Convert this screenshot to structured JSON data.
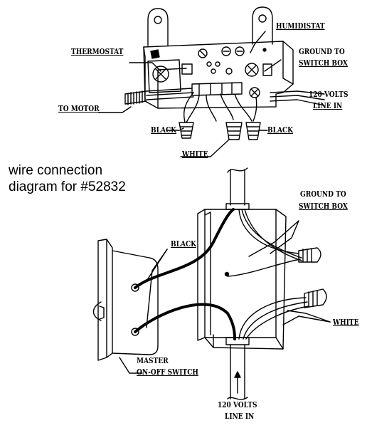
{
  "caption": {
    "line1": "wire connection",
    "line2": "diagram for #52832"
  },
  "labels": {
    "humidistat": "HUMIDISTAT",
    "thermostat": "THERMOSTAT",
    "ground_to_1": "GROUND TO",
    "switch_box_1": "SWITCH BOX",
    "to_motor": "TO MOTOR",
    "volts_top_1": "120 VOLTS",
    "line_in_top": "LINE IN",
    "black_left": "BLACK",
    "black_right": "BLACK",
    "white_top": "WHITE",
    "ground_to_2": "GROUND TO",
    "switch_box_2": "SWITCH BOX",
    "black_switch": "BLACK",
    "white_switch": "WHITE",
    "master": "MASTER",
    "on_off_switch": "ON-OFF SWITCH",
    "volts_bottom": "120 VOLTS",
    "line_in_bottom": "LINE IN"
  },
  "colors": {
    "ink": "#000000",
    "background": "#ffffff"
  }
}
